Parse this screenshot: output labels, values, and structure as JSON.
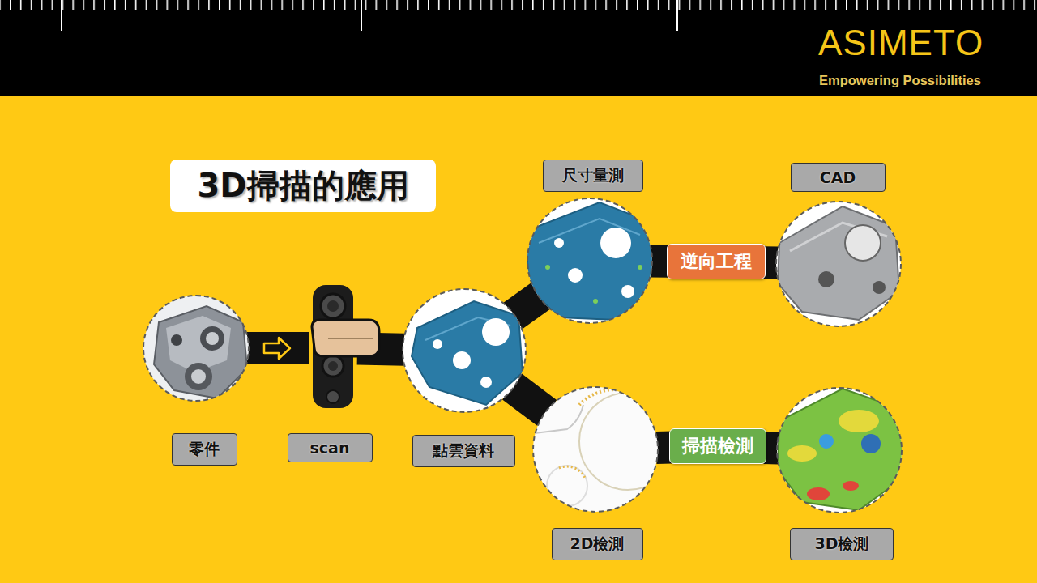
{
  "diagram": {
    "title": "3D掃描的應用",
    "nodes": [
      {
        "text": [
          "零件"
        ]
      },
      {
        "text": [
          "scan"
        ]
      },
      {
        "text": [
          "點雲資料"
        ]
      },
      {
        "text": [
          "尺寸量測"
        ]
      },
      {
        "text": [
          "逆向工程"
        ]
      },
      {
        "text": [
          "CAD"
        ]
      },
      {
        "text": [
          "2D檢測"
        ]
      },
      {
        "text": [
          "掃描檢測"
        ]
      },
      {
        "text": [
          "3D檢測"
        ]
      }
    ],
    "edges": [
      {
        "from": 0,
        "to": 1,
        "arrow": "to"
      },
      {
        "from": 1,
        "to": 2,
        "arrow": "none"
      },
      {
        "from": 2,
        "to": 3,
        "arrow": "none"
      },
      {
        "from": 2,
        "to": 6,
        "arrow": "none"
      },
      {
        "from": 3,
        "to": 4,
        "arrow": "none"
      },
      {
        "from": 4,
        "to": 5,
        "arrow": "none"
      },
      {
        "from": 6,
        "to": 7,
        "arrow": "none"
      },
      {
        "from": 7,
        "to": 8,
        "arrow": "none"
      }
    ],
    "labels": [
      "ASIMETO",
      "Empowering Possibilities"
    ]
  }
}
